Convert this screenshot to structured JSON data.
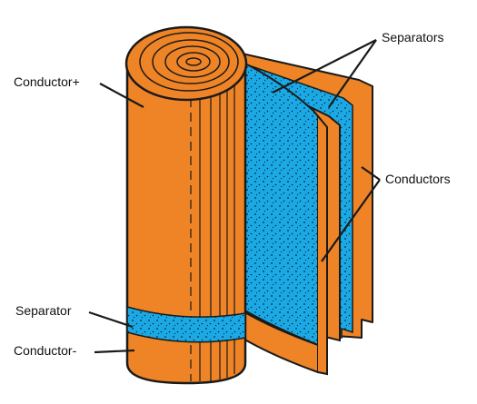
{
  "colors": {
    "conductor": "#ee8426",
    "separator": "#1ba9e6",
    "outline": "#1a1a1a",
    "background": "#ffffff"
  },
  "labels": {
    "conductor_plus": "Conductor+",
    "separators": "Separators",
    "conductors": "Conductors",
    "separator": "Separator",
    "conductor_minus": "Conductor-"
  }
}
